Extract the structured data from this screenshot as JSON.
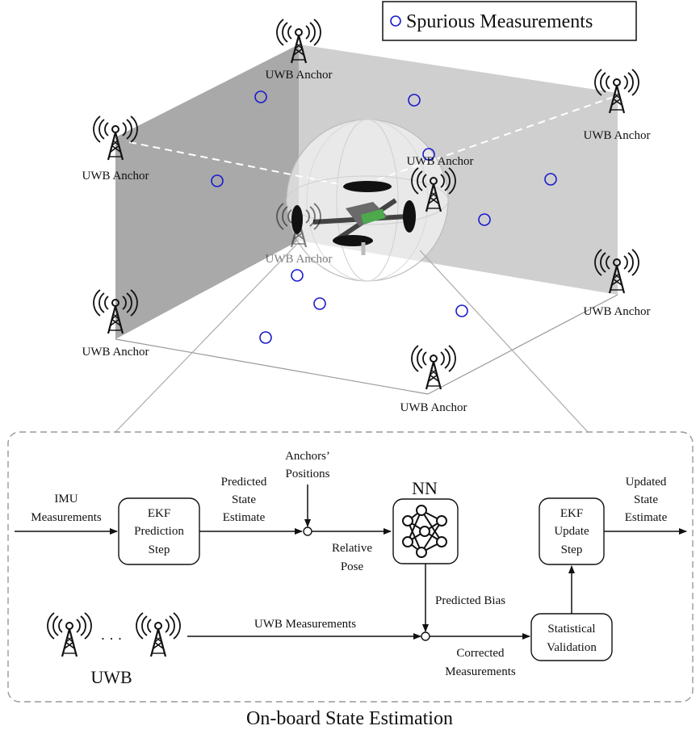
{
  "legend": {
    "label": "Spurious Measurements",
    "marker_color": "#1a1acc"
  },
  "scene": {
    "anchor_label": "UWB Anchor",
    "anchors": [
      {
        "id": "top-back"
      },
      {
        "id": "left-upper"
      },
      {
        "id": "right-upper"
      },
      {
        "id": "center-back"
      },
      {
        "id": "center-front"
      },
      {
        "id": "left-lower"
      },
      {
        "id": "right-lower"
      },
      {
        "id": "bottom-front"
      }
    ]
  },
  "pipeline": {
    "title": "On-board State Estimation",
    "input_imu": [
      "IMU",
      "Measurements"
    ],
    "ekf_prediction": [
      "EKF",
      "Prediction",
      "Step"
    ],
    "predicted_state": [
      "Predicted",
      "State",
      "Estimate"
    ],
    "anchors_positions": [
      "Anchors’",
      "Positions"
    ],
    "relative_pose": [
      "Relative",
      "Pose"
    ],
    "nn_label": "NN",
    "predicted_bias": "Predicted Bias",
    "ekf_update": [
      "EKF",
      "Update",
      "Step"
    ],
    "updated_state": [
      "Updated",
      "State",
      "Estimate"
    ],
    "uwb_measurements": "UWB Measurements",
    "corrected_measurements": [
      "Corrected",
      "Measurements"
    ],
    "statistical_validation": [
      "Statistical",
      "Validation"
    ],
    "uwb_label": "UWB",
    "ellipsis": "· · ·"
  }
}
